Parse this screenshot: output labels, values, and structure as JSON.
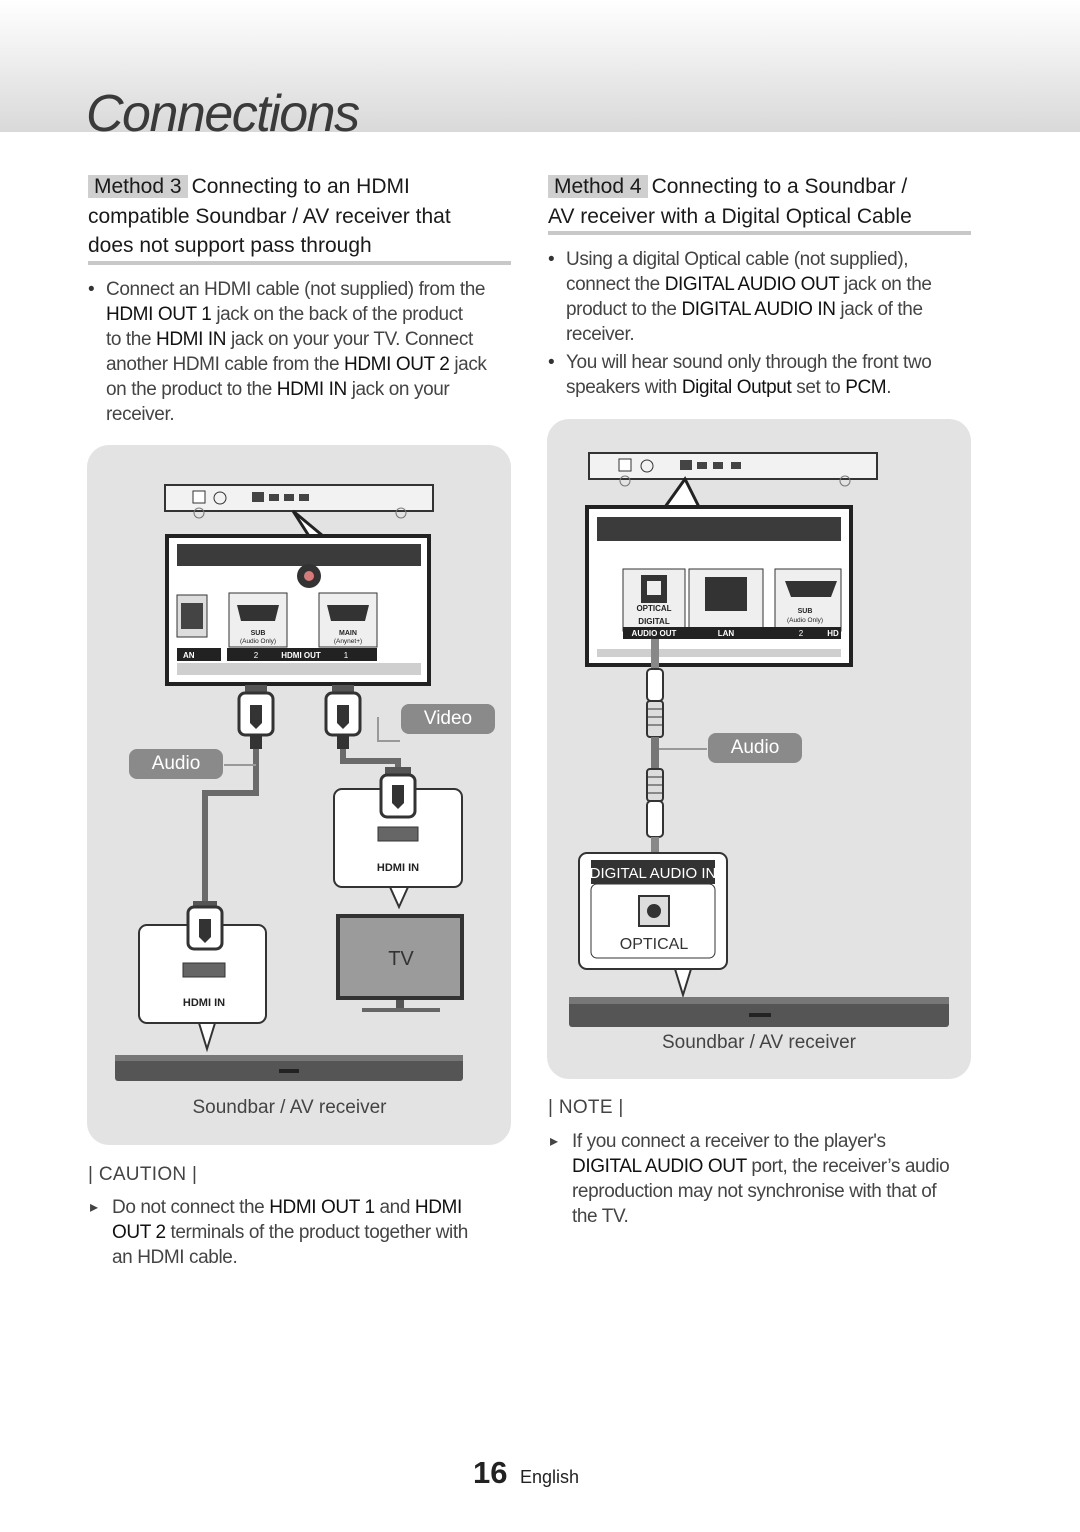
{
  "page": {
    "title": "Connections",
    "page_number": "16",
    "language": "English"
  },
  "method3": {
    "tag": "Method 3",
    "heading_line1": "Connecting to an HDMI",
    "heading_line2": "compatible Soundbar / AV receiver that",
    "heading_line3": "does not support pass through",
    "bullet": {
      "t1": "Connect an HDMI cable (not supplied) from the",
      "b1": "HDMI OUT 1",
      "t2": " jack on the back of the product",
      "t3": "to the ",
      "b2": "HDMI IN",
      "t4": " jack on your your TV. Connect",
      "t5": "another HDMI cable from the ",
      "b3": "HDMI OUT 2",
      "t6": " jack",
      "t7": "on the product to the ",
      "b4": "HDMI IN",
      "t8": " jack on your",
      "t9": "receiver."
    },
    "diagram": {
      "callout_video": "Video",
      "callout_audio": "Audio",
      "port_sub": "SUB",
      "port_sub_note": "(Audio Only)",
      "port_main": "MAIN",
      "port_main_note": "(Anynet+)",
      "port_hdmi_out": "HDMI OUT",
      "port_num_2": "2",
      "port_num_1": "1",
      "port_lan_partial": "AN",
      "tv_hdmi_in": "HDMI IN",
      "tv_label": "TV",
      "receiver_hdmi_in": "HDMI IN",
      "caption": "Soundbar / AV receiver"
    },
    "caution": {
      "title": "| CAUTION |",
      "t1": "Do not connect the ",
      "b1": "HDMI OUT 1",
      "t2": " and ",
      "b2": "HDMI",
      "b3": "OUT 2",
      "t3": " terminals of the product together with",
      "t4": "an HDMI cable."
    }
  },
  "method4": {
    "tag": "Method 4",
    "heading_line1": "Connecting to a Soundbar /",
    "heading_line2": "AV receiver with a Digital Optical Cable",
    "bullet1": {
      "t1": "Using a digital Optical cable (not supplied),",
      "t2": "connect the ",
      "b1": "DIGITAL AUDIO OUT",
      "t3": " jack on the",
      "t4": "product to the ",
      "b2": "DIGITAL AUDIO IN",
      "t5": " jack of the",
      "t6": "receiver."
    },
    "bullet2": {
      "t1": "You will hear sound only through the front two",
      "t2": "speakers with ",
      "b1": "Digital Output",
      "t3": " set to ",
      "b2": "PCM",
      "t4": "."
    },
    "diagram": {
      "port_optical": "OPTICAL",
      "port_digital": "DIGITAL",
      "port_audio_out": "AUDIO OUT",
      "port_lan": "LAN",
      "port_sub": "SUB",
      "port_sub_note": "(Audio Only)",
      "port_num_2": "2",
      "port_hd_partial": "HD",
      "callout_audio": "Audio",
      "digital_audio_in": "DIGITAL AUDIO IN",
      "optical": "OPTICAL",
      "caption": "Soundbar / AV receiver"
    },
    "note": {
      "title": "| NOTE |",
      "t1": "If you connect a receiver to the player's",
      "b1": "DIGITAL AUDIO OUT",
      "t2": " port, the receiver’s audio",
      "t3": "reproduction may not synchronise with that of",
      "t4": "the TV."
    }
  }
}
